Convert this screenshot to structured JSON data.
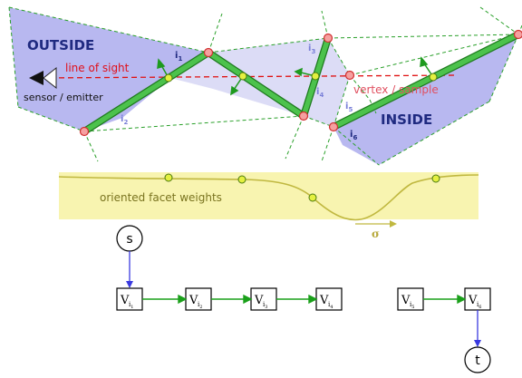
{
  "labels": {
    "outside": "OUTSIDE",
    "inside": "INSIDE",
    "line_of_sight": "line of sight",
    "sensor": "sensor / emitter",
    "vertex_sample": "vertex / sample",
    "oriented_weights": "oriented facet weights",
    "sigma": "σ"
  },
  "facet_indices": [
    {
      "letter": "i",
      "sub": "1"
    },
    {
      "letter": "i",
      "sub": "2"
    },
    {
      "letter": "i",
      "sub": "3"
    },
    {
      "letter": "i",
      "sub": "4"
    },
    {
      "letter": "i",
      "sub": "5"
    },
    {
      "letter": "i",
      "sub": "6"
    }
  ],
  "graph": {
    "source": "s",
    "sink": "t",
    "node_letter": "V",
    "nodes": [
      "i1",
      "i2",
      "i3",
      "i4",
      "i5",
      "i6"
    ],
    "node_subs": [
      {
        "letter": "i",
        "sub": "1"
      },
      {
        "letter": "i",
        "sub": "2"
      },
      {
        "letter": "i",
        "sub": "3"
      },
      {
        "letter": "i",
        "sub": "4"
      },
      {
        "letter": "i",
        "sub": "5"
      },
      {
        "letter": "i",
        "sub": "6"
      }
    ]
  },
  "colors": {
    "outside_fill": "#b8b8f0",
    "inside_fill": "#b8b8f0",
    "light_fill": "#dcdcf6",
    "facet_green": "#4cc24c",
    "facet_green_dark": "#1e7a1e",
    "dash_green": "#2aa02a",
    "sight_red": "#e01010",
    "vertex_fill": "#f5a0a0",
    "vertex_stroke": "#d03030",
    "sample_yellow": "#e4f040",
    "band_yellow": "#f8f4b0",
    "curve_olive": "#c0b840",
    "graph_green": "#1aa01a",
    "graph_blue": "#3a3ae0"
  }
}
